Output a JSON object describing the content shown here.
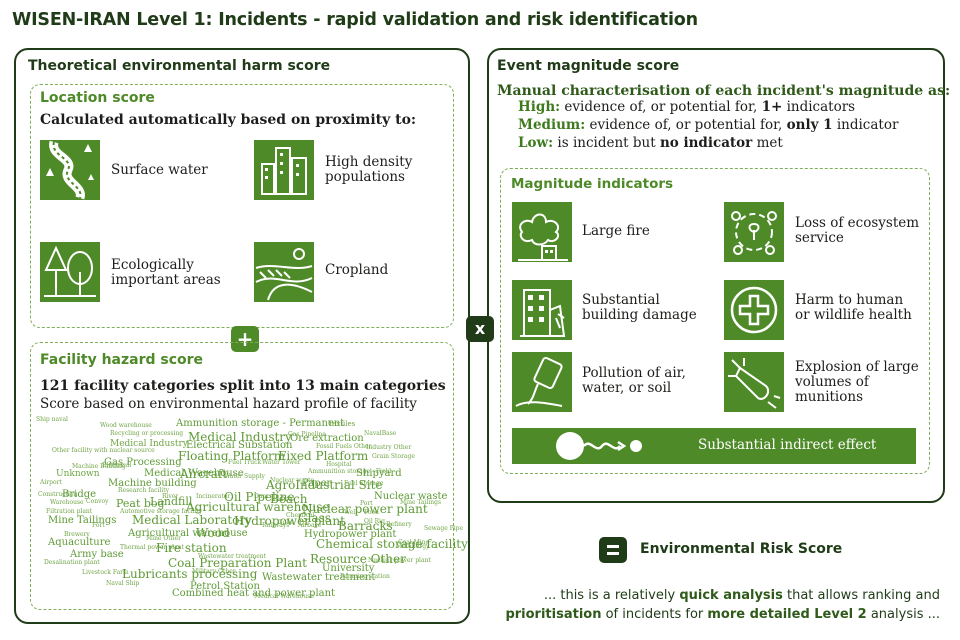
{
  "title": "WISEN-IRAN Level 1: Incidents - rapid validation and risk identification",
  "left_panel": {
    "title": "Theoretical environmental harm score",
    "location": {
      "title": "Location score",
      "subtitle": "Calculated automatically based on proximity to:",
      "items": [
        {
          "label": "Surface water",
          "icon": "river-icon"
        },
        {
          "label": "High density populations",
          "icon": "buildings-icon"
        },
        {
          "label": "Ecologically important areas",
          "icon": "trees-icon"
        },
        {
          "label": "Cropland",
          "icon": "fields-icon"
        }
      ]
    },
    "plus": "+",
    "facility": {
      "title": "Facility hazard score",
      "subtitle": "121 facility categories split into 13 main categories",
      "subtitle2": "Score based on environmental hazard profile of facility",
      "words": [
        "Ammunition storage - Permanent",
        "Textiles",
        "Wood warehouse",
        "Recycling or processing",
        "Medical Industry",
        "Gas Pipeline",
        "NavalBase",
        "Ore extraction",
        "Medical Industry",
        "Electrical Substation",
        "Fossil Fuels Other",
        "Industry Other",
        "Other facility with nuclear source",
        "Floating Platform",
        "Fixed Platform",
        "Grain Storage",
        "Gas Processing",
        "Fuel Truck",
        "Water Tower",
        "Hospital",
        "Machine Building",
        "Electrical",
        "Unknown",
        "Medical Warehouse",
        "Aircraft",
        "Ammunition storage - Field",
        "Shipyard",
        "Water Supply",
        "Airport",
        "Machine building",
        "AgroIndustrial Site",
        "Nuclear waste",
        "Paper",
        "Fuel Storage",
        "Research facility",
        "Construction",
        "Bridge",
        "Oil Pipeline",
        "Dam",
        "Beach",
        "Nuclear waste",
        "Warehouse",
        "Convoy",
        "Peat bog",
        "Landfill",
        "River",
        "Incinerator",
        "Port",
        "Mine Tailings",
        "Filtration plant",
        "Automotive storage facility",
        "Agricultural warehouse",
        "Nuclear power plant",
        "Chemical",
        "Well",
        "Food",
        "Mine Tailings",
        "Medical Laboratory",
        "Hydropower plant",
        "Coke",
        "Glass",
        "Oil Rig",
        "Fort",
        "Railways",
        "Airbase",
        "Barracks",
        "Refinery",
        "Sewage Pipe",
        "Brewery",
        "Agricultural warehouse",
        "Mine Other",
        "Wood",
        "Hydropower plant",
        "Coal Mine",
        "Aquaculture",
        "Thermal power plant",
        "Fire station",
        "Chemical storage facility",
        "Metallurgy",
        "Army base",
        "Wastewater treatment",
        "Resource Other",
        "Desalination plant",
        "Coal Preparation Plant",
        "Nuclear power plant",
        "Livestock Farm",
        "Military Other",
        "University",
        "Lubricants processing",
        "Wastewater treatment",
        "Pumping station",
        "Naval Ship",
        "Petrol Station",
        "Combined heat and power plant",
        "Medical Warehouse",
        "Ship naval"
      ]
    }
  },
  "times": "x",
  "right_panel": {
    "title": "Event magnitude score",
    "intro": "Manual characterisation of each incident's magnitude as:",
    "levels": [
      {
        "name": "High:",
        "pre": "evidence of, or potential for, ",
        "strong": "1+",
        "post": " indicators"
      },
      {
        "name": "Medium:",
        "pre": "evidence of, or potential for, ",
        "strong": "only 1",
        "post": " indicator"
      },
      {
        "name": "Low:",
        "pre": "is incident but ",
        "strong": "no indicator",
        "post": " met"
      }
    ],
    "indicators_title": "Magnitude indicators",
    "indicators": [
      {
        "label": "Large fire",
        "icon": "fire-icon"
      },
      {
        "label": "Loss of ecosystem service",
        "icon": "ecosystem-icon"
      },
      {
        "label": "Substantial building damage",
        "icon": "damaged-building-icon"
      },
      {
        "label": "Harm to human or wildlife health",
        "icon": "health-cross-icon"
      },
      {
        "label": "Pollution of air, water, or soil",
        "icon": "spill-icon"
      },
      {
        "label": "Explosion of large volumes of munitions",
        "icon": "bomb-icon"
      }
    ],
    "indirect": "Substantial indirect effect"
  },
  "result": {
    "label": "Environmental Risk Score",
    "note_parts": [
      "... this is a relatively ",
      "quick analysis",
      " that allows ranking and ",
      "prioritisation",
      " of incidents for ",
      "more detailed Level 2",
      " analysis ..."
    ]
  },
  "colors": {
    "dark_green": "#1f3b17",
    "green": "#4e8a28",
    "light_green": "#6fa545"
  }
}
